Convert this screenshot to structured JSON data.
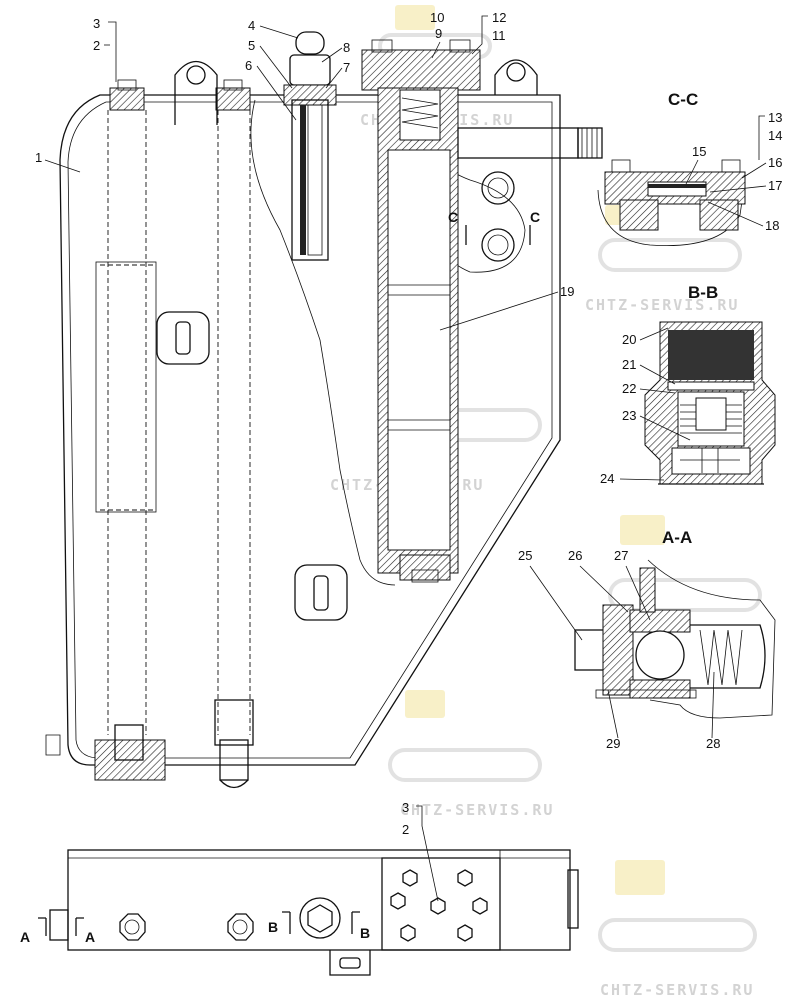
{
  "sections": {
    "cc": "C-C",
    "bb": "B-B",
    "aa": "A-A"
  },
  "labels": {
    "p1": "1",
    "p2": "2",
    "p3": "3",
    "p4": "4",
    "p5": "5",
    "p6": "6",
    "p7": "7",
    "p8": "8",
    "p9": "9",
    "p10": "10",
    "p11": "11",
    "p12": "12",
    "p13": "13",
    "p14": "14",
    "p15": "15",
    "p16": "16",
    "p17": "17",
    "p18": "18",
    "p19": "19",
    "p20": "20",
    "p21": "21",
    "p22": "22",
    "p23": "23",
    "p24": "24",
    "p25": "25",
    "p26": "26",
    "p27": "27",
    "p28": "28",
    "p29": "29",
    "bottom_p2": "2",
    "bottom_p3": "3"
  },
  "arrows": {
    "c_left": "C",
    "c_right": "C",
    "a_left": "A",
    "a_right": "A",
    "b_left": "B",
    "b_right": "B"
  },
  "watermark": "CHTZ-SERVIS.RU",
  "colors": {
    "line": "#111111",
    "watermark": "#d3d3d3",
    "logo_yellow": "#f3e49a"
  }
}
